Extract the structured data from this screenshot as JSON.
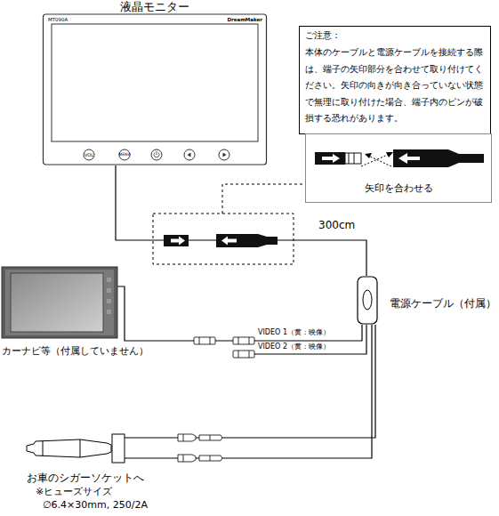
{
  "diagram": {
    "nodes": [
      {
        "text": [
          "液晶モニター",
          "MT090A",
          "DreamMaker"
        ]
      },
      {
        "text": [
          "ご注意：",
          "本体のケーブルと電源ケーブルを接続する際は、端子の矢印部分を合わせて取り付けてください。矢印の向きが向き合っていない状態で無理に取り付けた場合、端子内のピンが破損する恐れがあります。"
        ]
      },
      {
        "text": [
          "矢印を合わせる"
        ]
      },
      {
        "text": [
          "カーナビ等（付属していません）"
        ]
      },
      {
        "text": [
          "電源ケーブル（付属）"
        ]
      },
      {
        "text": [
          "お車のシガーソケットへ",
          "※ヒューズサイズ",
          "∅6.4×30mm, 250/2A"
        ]
      }
    ],
    "edges": [
      {
        "from": 0,
        "to": 4,
        "arrow": "none"
      },
      {
        "from": 3,
        "to": 4,
        "arrow": "none"
      },
      {
        "from": 4,
        "to": 5,
        "arrow": "none"
      }
    ],
    "labels": [
      "300cm",
      "VIDEO 1（黄：映像）",
      "VIDEO 2（黄：映像）",
      "VOL",
      "MENU"
    ]
  }
}
